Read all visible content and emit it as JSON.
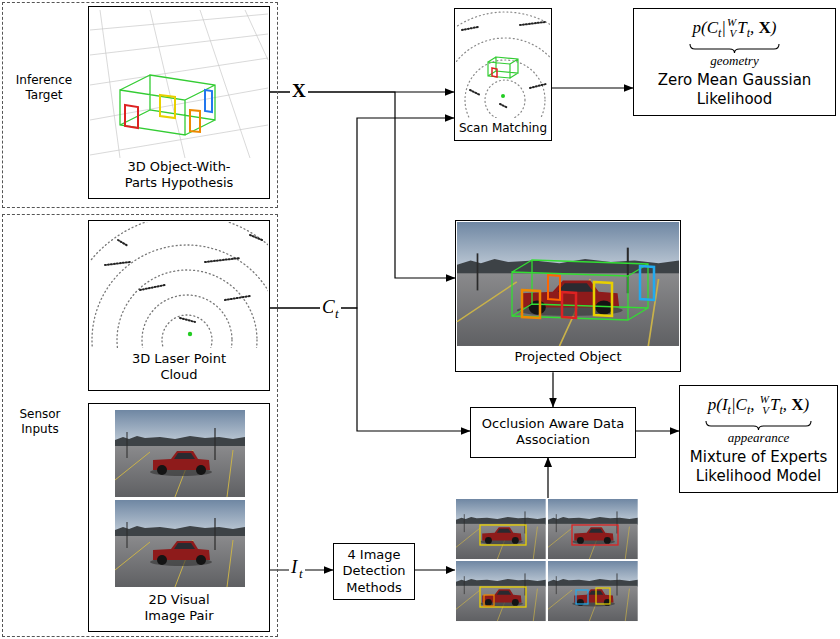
{
  "diagram": {
    "nodes": [
      {
        "text": [
          "Inference Target"
        ]
      },
      {
        "text": [
          "3D Object-With-Parts Hypothesis"
        ],
        "in": 0
      },
      {
        "text": [
          "Sensor Inputs"
        ]
      },
      {
        "text": [
          "3D Laser Point Cloud"
        ],
        "in": 2
      },
      {
        "text": [
          "2D Visual Image Pair"
        ],
        "in": 2
      },
      {
        "text": [
          "Scan Matching"
        ]
      },
      {
        "text": [
          "p(C",
          "t",
          "|",
          "W",
          "V",
          "T",
          "t",
          ", ",
          "X",
          ")",
          "geometry",
          "Zero Mean Gaussian Likelihood"
        ]
      },
      {
        "text": [
          "Projected Object"
        ]
      },
      {
        "text": [
          "Occlusion Aware Data Association"
        ]
      },
      {
        "text": [
          "p(I",
          "t",
          "|C",
          "t",
          ", ",
          "W",
          "V",
          "T",
          "t",
          ", ",
          "X",
          ")",
          "appearance",
          "Mixture of Experts Likelihood Model"
        ]
      },
      {
        "text": [
          "4 Image Detection Methods"
        ]
      }
    ],
    "edges": [
      {
        "from": 1,
        "to": 5,
        "arrow": "to"
      },
      {
        "from": 1,
        "to": 7,
        "arrow": "to"
      },
      {
        "from": 3,
        "to": 5,
        "arrow": "to"
      },
      {
        "from": 3,
        "to": 8,
        "arrow": "to"
      },
      {
        "from": 4,
        "to": 10,
        "arrow": "to"
      },
      {
        "from": 10,
        "to": 8,
        "arrow": "to"
      },
      {
        "from": 5,
        "to": 6,
        "arrow": "to"
      },
      {
        "from": 7,
        "to": 8,
        "arrow": "to"
      },
      {
        "from": 8,
        "to": 9,
        "arrow": "to"
      }
    ],
    "labels": [
      "X",
      "C",
      "t",
      "I",
      "t"
    ]
  }
}
